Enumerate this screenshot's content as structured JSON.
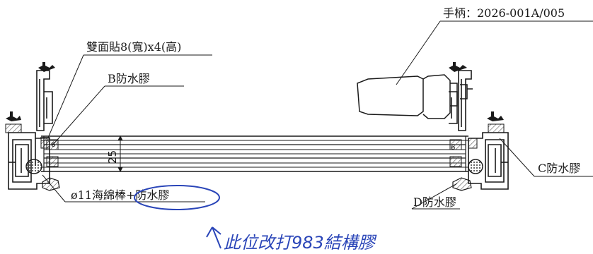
{
  "labels": {
    "handle": "手柄：2026-001A/005",
    "tape": "雙面貼8(寬)x4(高)",
    "b_seal": "B防水膠",
    "c_seal": "C防水膠",
    "d_seal": "D防水膠",
    "foam": "ø11海綿棒+防水膠",
    "dim_thickness": "25",
    "dim_left": "6",
    "dim_right": "6",
    "handwritten_note": "此位改打983結構膠"
  },
  "colors": {
    "line": "#1a1a1a",
    "hatch": "#555555",
    "handwriting": "#2a45b8"
  }
}
